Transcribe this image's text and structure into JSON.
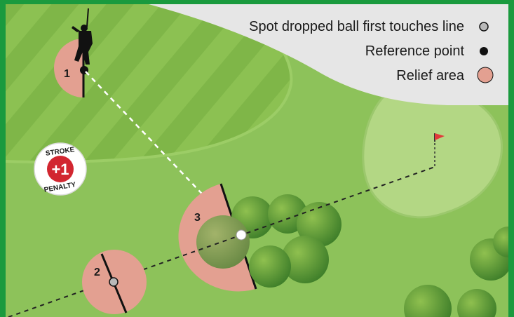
{
  "legend": {
    "items": [
      {
        "label": "Spot dropped ball first touches line",
        "symbol": "gray-dot-icon",
        "color": "#b9b9b9"
      },
      {
        "label": "Reference point",
        "symbol": "black-dot-icon",
        "color": "#111111"
      },
      {
        "label": "Relief area",
        "symbol": "relief-area-swatch",
        "color": "#e3a091"
      }
    ]
  },
  "areas": [
    {
      "number": "1"
    },
    {
      "number": "2"
    },
    {
      "number": "3"
    }
  ],
  "badge": {
    "top_text": "STROKE",
    "value": "+1",
    "bottom_text": "PENALTY"
  },
  "colors": {
    "frame": "#1a9a3e",
    "rough": "#8dc25a",
    "fairway_light": "#8cc152",
    "fairway_dark": "#7db145",
    "green": "#b3d784",
    "relief": "#e3a091",
    "flag": "#e03a3a",
    "legend_bg": "#e6e6e6"
  }
}
